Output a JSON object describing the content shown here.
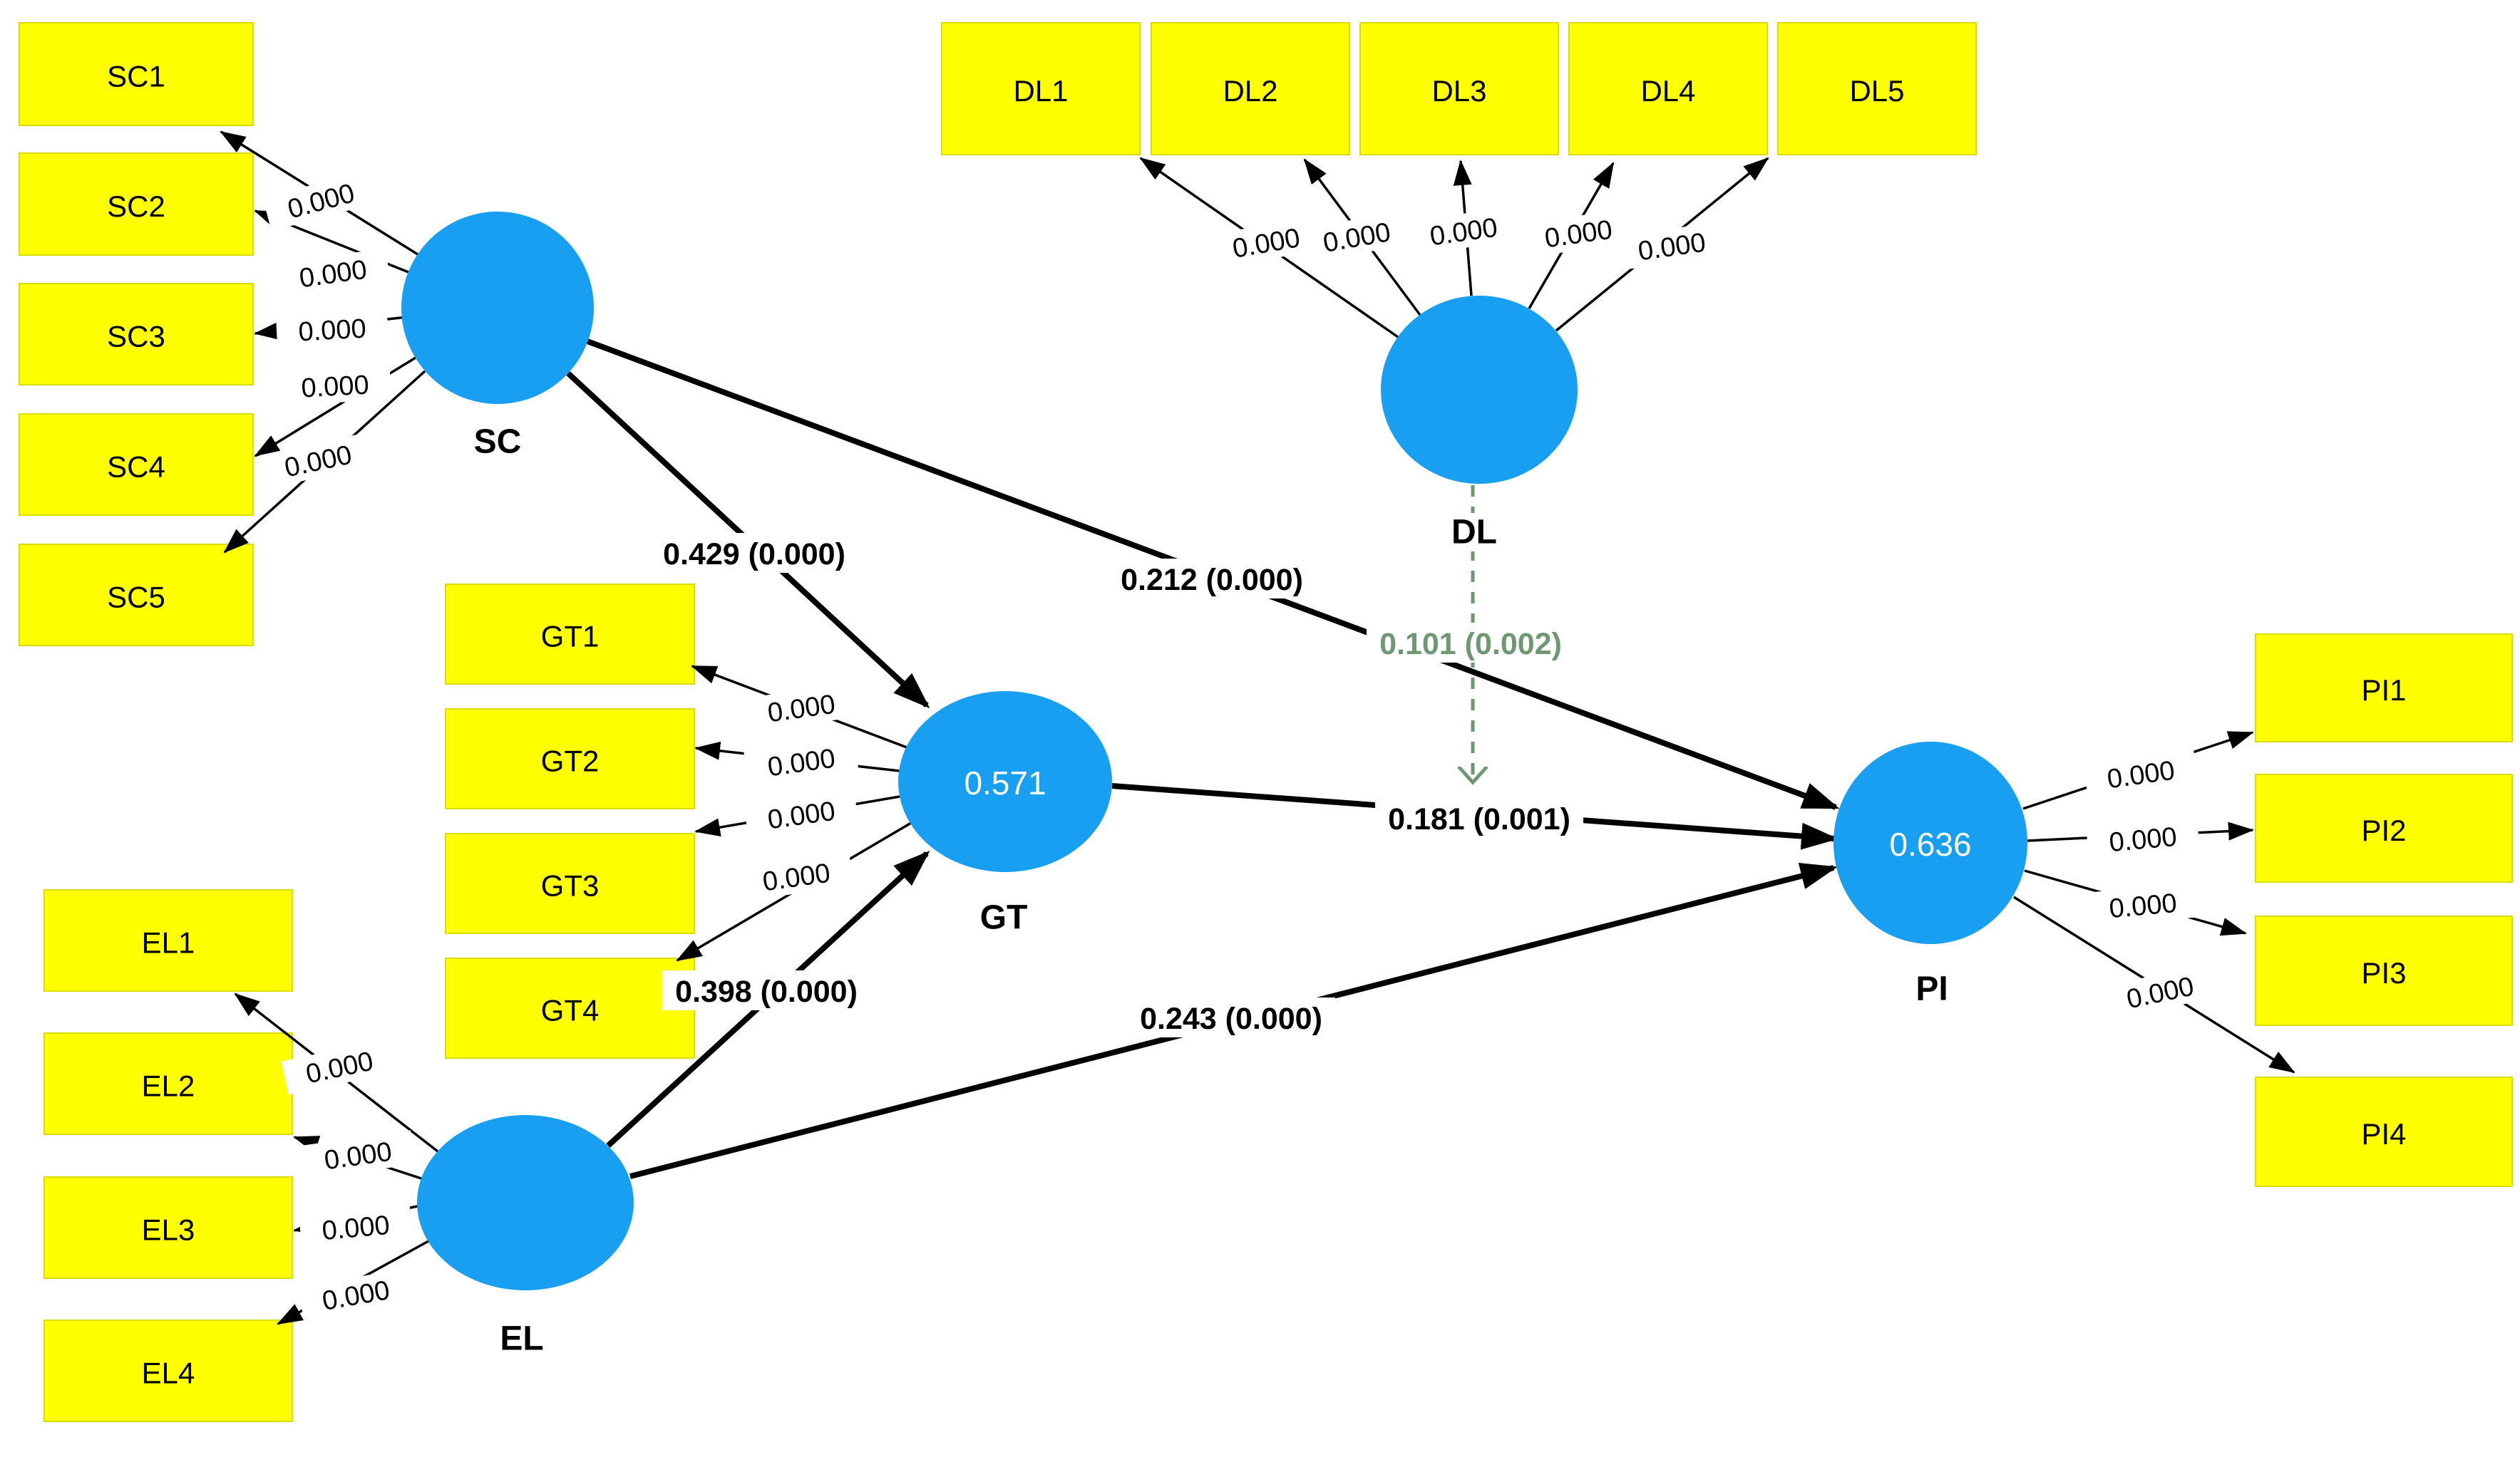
{
  "diagram": {
    "type": "sem-path-model",
    "constructs": [
      {
        "id": "SC",
        "label": "SC",
        "r2": "",
        "indicators": [
          {
            "id": "SC1",
            "label": "SC1",
            "loading": "0.000"
          },
          {
            "id": "SC2",
            "label": "SC2",
            "loading": "0.000"
          },
          {
            "id": "SC3",
            "label": "SC3",
            "loading": "0.000"
          },
          {
            "id": "SC4",
            "label": "SC4",
            "loading": "0.000"
          },
          {
            "id": "SC5",
            "label": "SC5",
            "loading": "0.000"
          }
        ]
      },
      {
        "id": "DL",
        "label": "DL",
        "r2": "",
        "indicators": [
          {
            "id": "DL1",
            "label": "DL1",
            "loading": "0.000"
          },
          {
            "id": "DL2",
            "label": "DL2",
            "loading": "0.000"
          },
          {
            "id": "DL3",
            "label": "DL3",
            "loading": "0.000"
          },
          {
            "id": "DL4",
            "label": "DL4",
            "loading": "0.000"
          },
          {
            "id": "DL5",
            "label": "DL5",
            "loading": "0.000"
          }
        ]
      },
      {
        "id": "GT",
        "label": "GT",
        "r2": "0.571",
        "indicators": [
          {
            "id": "GT1",
            "label": "GT1",
            "loading": "0.000"
          },
          {
            "id": "GT2",
            "label": "GT2",
            "loading": "0.000"
          },
          {
            "id": "GT3",
            "label": "GT3",
            "loading": "0.000"
          },
          {
            "id": "GT4",
            "label": "GT4",
            "loading": "0.000"
          }
        ]
      },
      {
        "id": "EL",
        "label": "EL",
        "r2": "",
        "indicators": [
          {
            "id": "EL1",
            "label": "EL1",
            "loading": "0.000"
          },
          {
            "id": "EL2",
            "label": "EL2",
            "loading": "0.000"
          },
          {
            "id": "EL3",
            "label": "EL3",
            "loading": "0.000"
          },
          {
            "id": "EL4",
            "label": "EL4",
            "loading": "0.000"
          }
        ]
      },
      {
        "id": "PI",
        "label": "PI",
        "r2": "0.636",
        "indicators": [
          {
            "id": "PI1",
            "label": "PI1",
            "loading": "0.000"
          },
          {
            "id": "PI2",
            "label": "PI2",
            "loading": "0.000"
          },
          {
            "id": "PI3",
            "label": "PI3",
            "loading": "0.000"
          },
          {
            "id": "PI4",
            "label": "PI4",
            "loading": "0.000"
          }
        ]
      }
    ],
    "paths": [
      {
        "from": "SC",
        "to": "GT",
        "label": "0.429 (0.000)",
        "style": "solid"
      },
      {
        "from": "SC",
        "to": "PI",
        "label": "0.212 (0.000)",
        "style": "solid"
      },
      {
        "from": "EL",
        "to": "GT",
        "label": "0.398 (0.000)",
        "style": "solid"
      },
      {
        "from": "EL",
        "to": "PI",
        "label": "0.243 (0.000)",
        "style": "solid"
      },
      {
        "from": "GT",
        "to": "PI",
        "label": "0.181 (0.001)",
        "style": "solid"
      },
      {
        "from": "DL",
        "to": "PI",
        "label": "0.101 (0.002)",
        "style": "dashed"
      }
    ],
    "colors": {
      "background": "#FFFFFF",
      "construct_fill": "#189FF2",
      "indicator_fill": "#FFFF00",
      "indicator_border": "#DCDC00",
      "edge": "#000000",
      "dashed_edge": "#6F9773",
      "r2_text": "#FFFFFF",
      "text": "#000000"
    }
  }
}
